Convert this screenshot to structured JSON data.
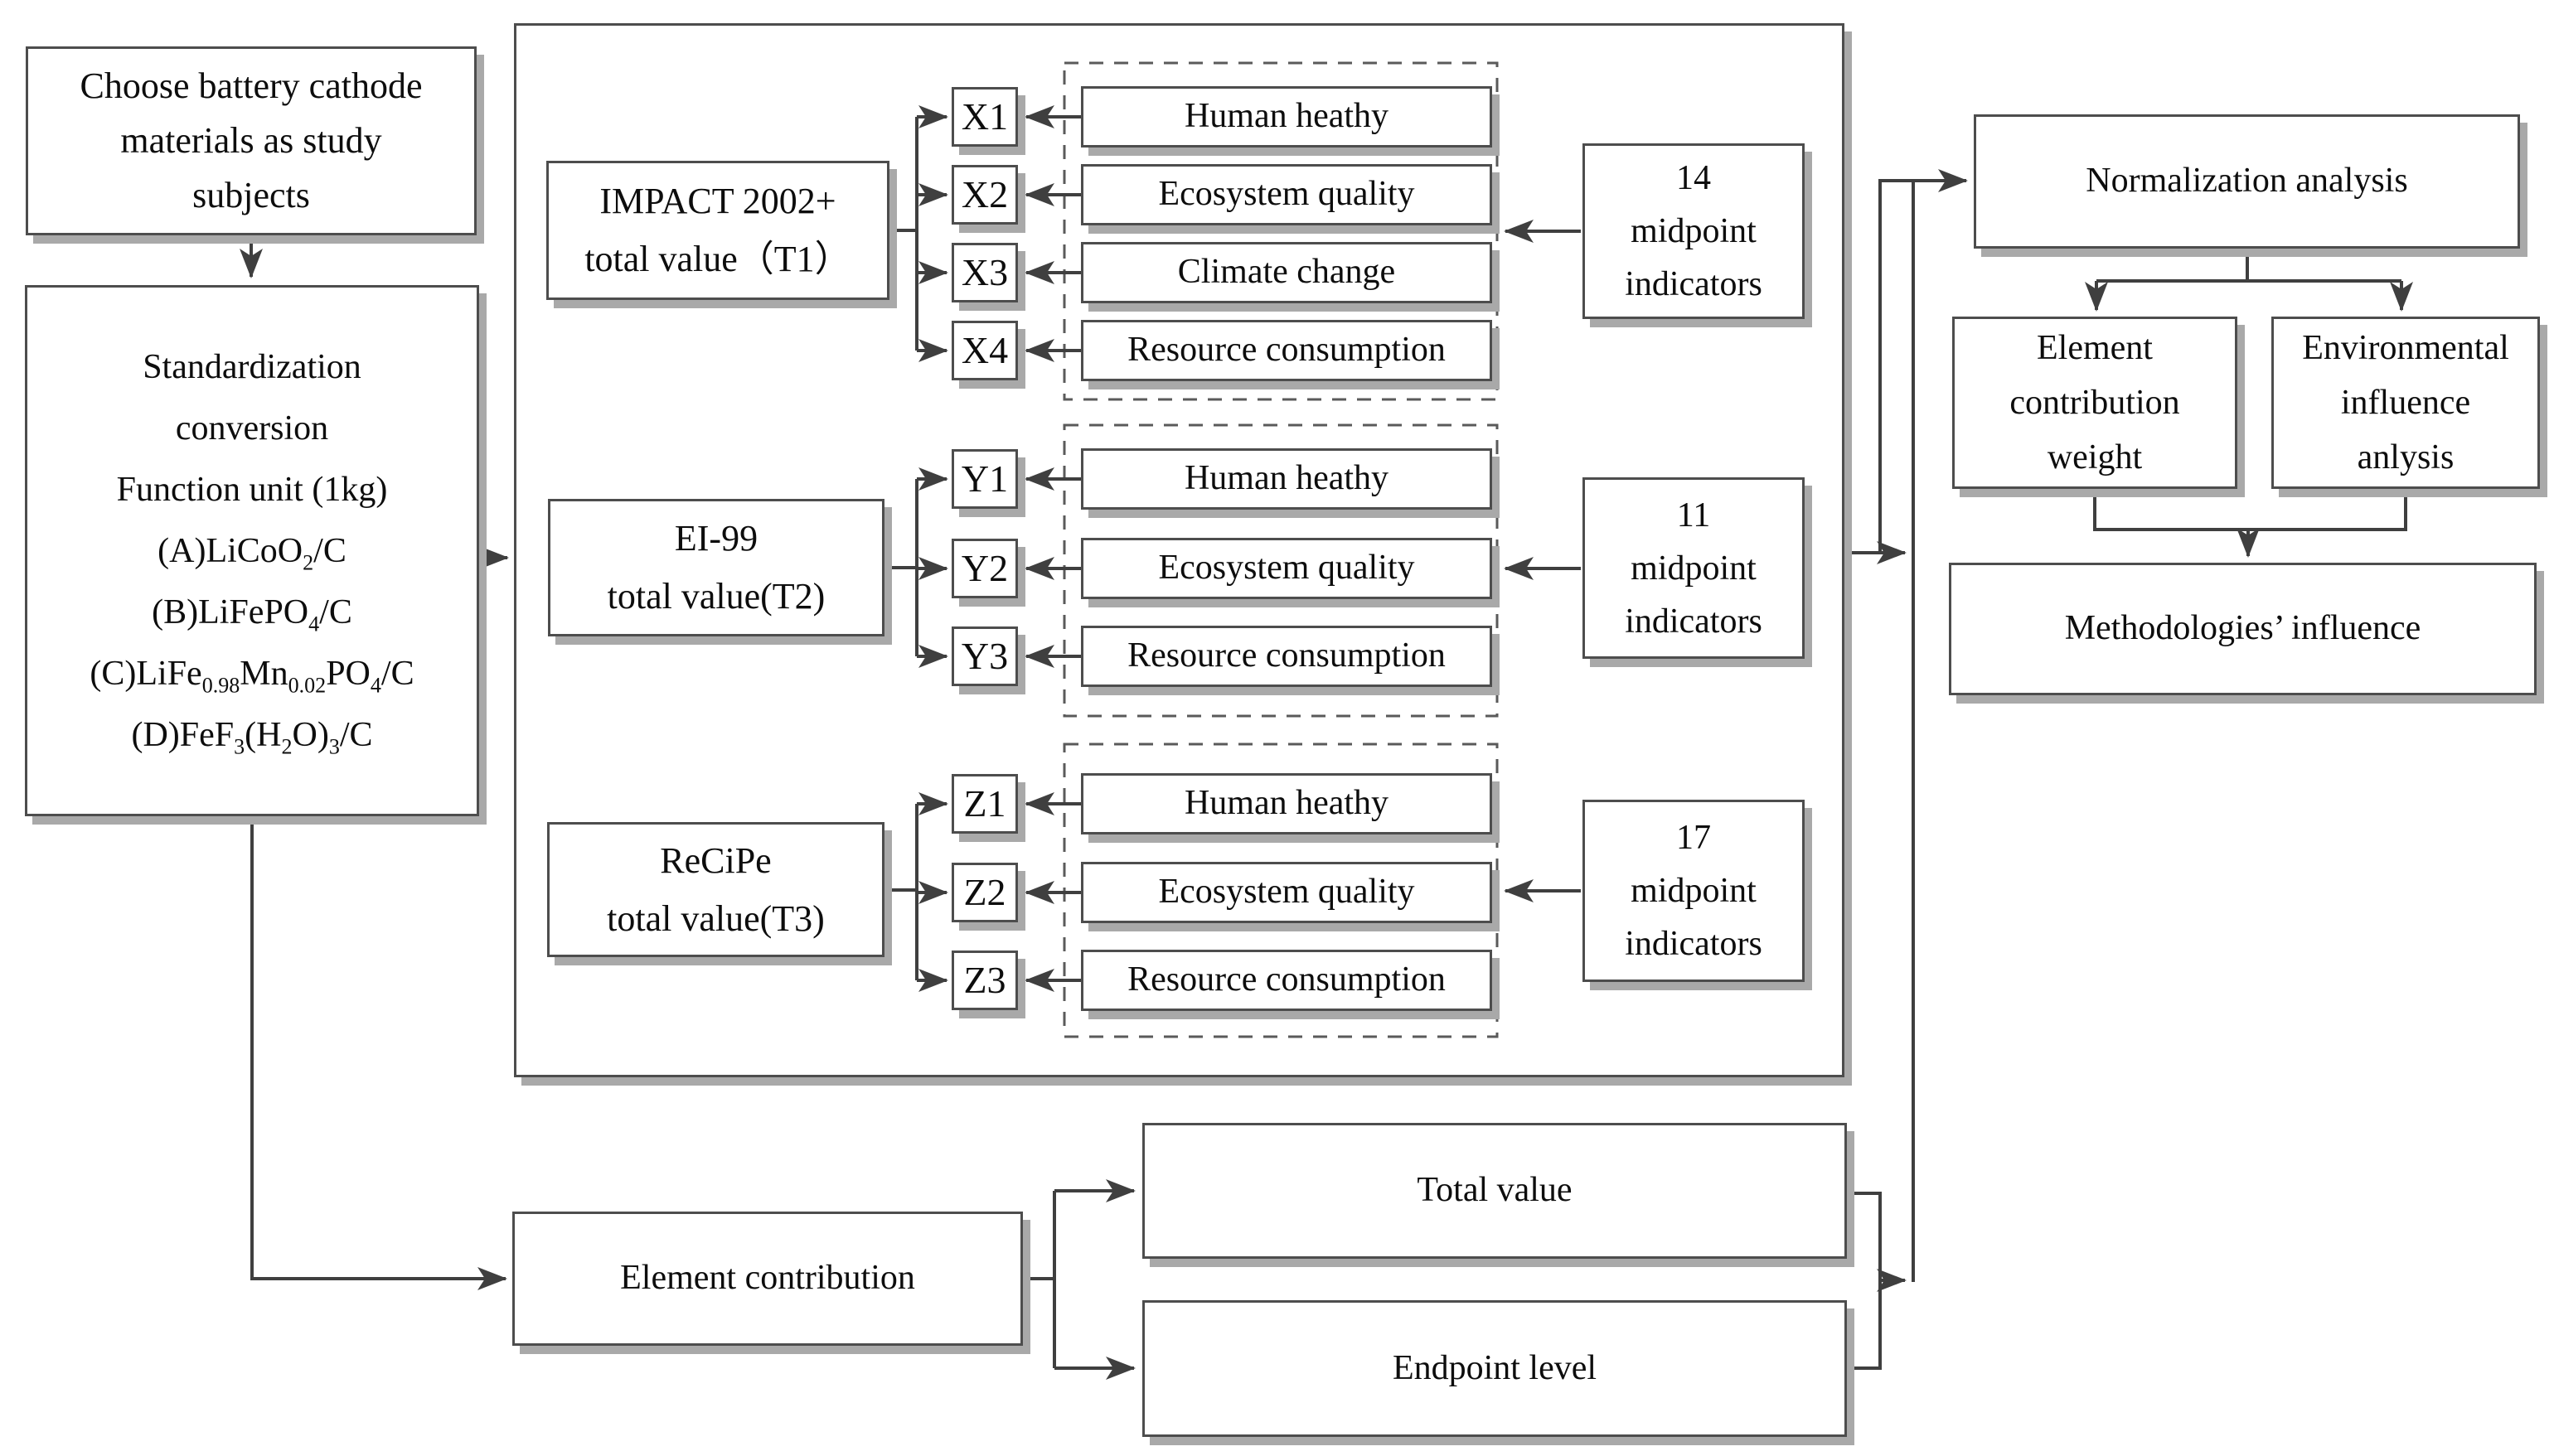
{
  "colors": {
    "line": "#3f3f3f",
    "box_border": "#4d4d4d",
    "box_shadow": "#a9a9a9",
    "text": "#0d0d0d",
    "background": "#ffffff"
  },
  "left_column": {
    "choose_box": {
      "lines": [
        "Choose battery cathode",
        "materials as study",
        "subjects"
      ]
    },
    "standardization_box": {
      "lines": [
        "Standardization",
        "conversion",
        "Function unit (1kg)",
        "(A)LiCoO{2}/C",
        "(B)LiFePO{4}/C",
        "(C)LiFe{0.98}Mn{0.02}PO{4}/C",
        "(D)FeF{3}(H{2}O){3}/C"
      ]
    }
  },
  "methods_panel": {
    "groups": [
      {
        "name_lines": [
          "IMPACT 2002+",
          "total value（T1）"
        ],
        "codes": [
          "X1",
          "X2",
          "X3",
          "X4"
        ],
        "categories": [
          "Human heathy",
          "Ecosystem quality",
          "Climate change",
          "Resource consumption"
        ],
        "midpoint_lines": [
          "14",
          "midpoint",
          "indicators"
        ]
      },
      {
        "name_lines": [
          "EI-99",
          "total value(T2)"
        ],
        "codes": [
          "Y1",
          "Y2",
          "Y3"
        ],
        "categories": [
          "Human heathy",
          "Ecosystem quality",
          "Resource consumption"
        ],
        "midpoint_lines": [
          "11",
          "midpoint",
          "indicators"
        ]
      },
      {
        "name_lines": [
          "ReCiPe",
          "total value(T3)"
        ],
        "codes": [
          "Z1",
          "Z2",
          "Z3"
        ],
        "categories": [
          "Human heathy",
          "Ecosystem quality",
          "Resource consumption"
        ],
        "midpoint_lines": [
          "17",
          "midpoint",
          "indicators"
        ]
      }
    ]
  },
  "right_column": {
    "normalization": "Normalization analysis",
    "element_weight_lines": [
      "Element",
      "contribution",
      "weight"
    ],
    "env_influence_lines": [
      "Environmental",
      "influence",
      "anlysis"
    ],
    "methodologies": "Methodologies’ influence"
  },
  "bottom_row": {
    "element_contribution": "Element contribution",
    "total_value": "Total value",
    "endpoint_level": "Endpoint level"
  }
}
